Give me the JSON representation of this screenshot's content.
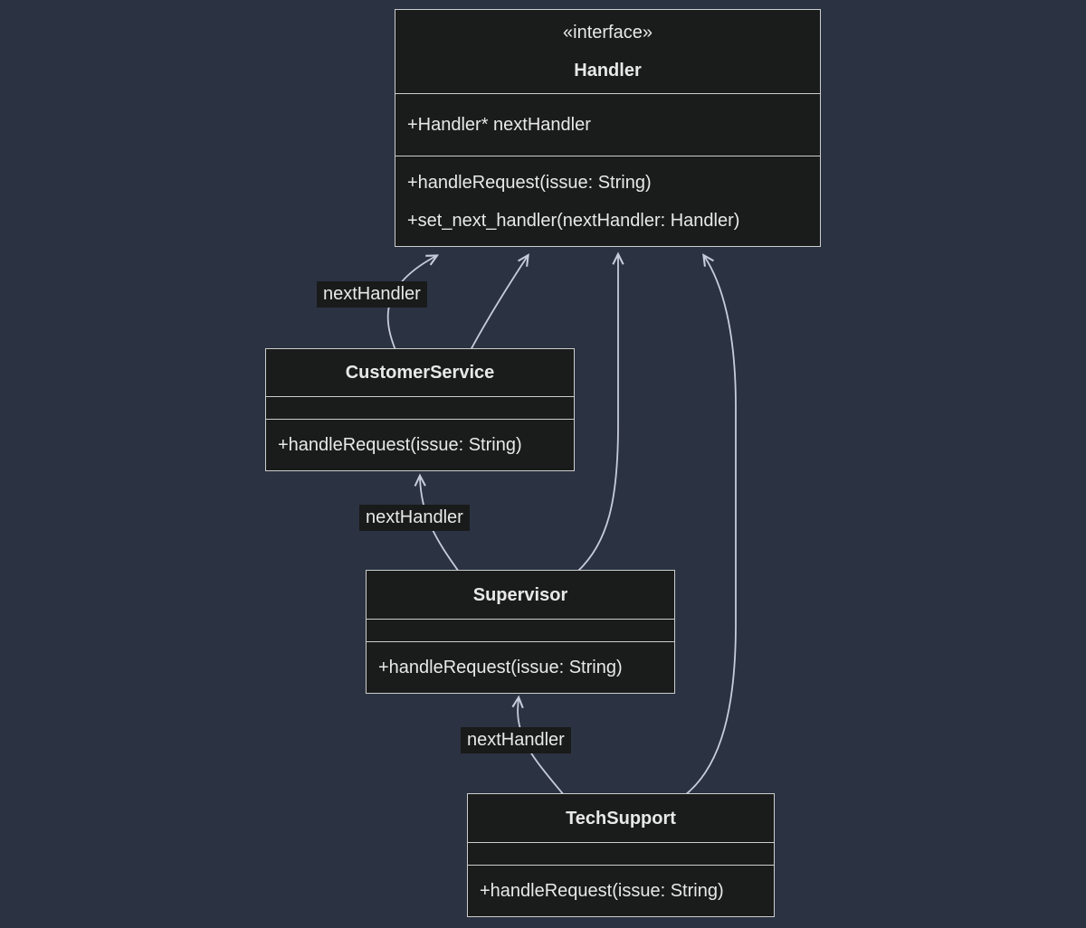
{
  "diagram": {
    "type": "uml-class-diagram",
    "pattern": "Chain of Responsibility",
    "colors": {
      "background": "#2b3342",
      "node_fill": "#1a1b1b",
      "node_border": "#cdcdcd",
      "text": "#e8e8e8",
      "edge": "#c6ccdb",
      "label_background": "#191a1a"
    },
    "nodes": {
      "handler": {
        "stereotype": "«interface»",
        "name": "Handler",
        "attributes": [
          "+Handler* nextHandler"
        ],
        "methods": [
          "+handleRequest(issue: String)",
          "+set_next_handler(nextHandler: Handler)"
        ]
      },
      "customer_service": {
        "name": "CustomerService",
        "attributes": [],
        "methods": [
          "+handleRequest(issue: String)"
        ]
      },
      "supervisor": {
        "name": "Supervisor",
        "attributes": [],
        "methods": [
          "+handleRequest(issue: String)"
        ]
      },
      "tech_support": {
        "name": "TechSupport",
        "attributes": [],
        "methods": [
          "+handleRequest(issue: String)"
        ]
      }
    },
    "edges": [
      {
        "from": "CustomerService",
        "to": "Handler",
        "label": "nextHandler"
      },
      {
        "from": "CustomerService",
        "to": "Handler",
        "label": ""
      },
      {
        "from": "Supervisor",
        "to": "CustomerService",
        "label": "nextHandler"
      },
      {
        "from": "Supervisor",
        "to": "Handler",
        "label": ""
      },
      {
        "from": "TechSupport",
        "to": "Supervisor",
        "label": "nextHandler"
      },
      {
        "from": "TechSupport",
        "to": "Handler",
        "label": ""
      }
    ]
  }
}
